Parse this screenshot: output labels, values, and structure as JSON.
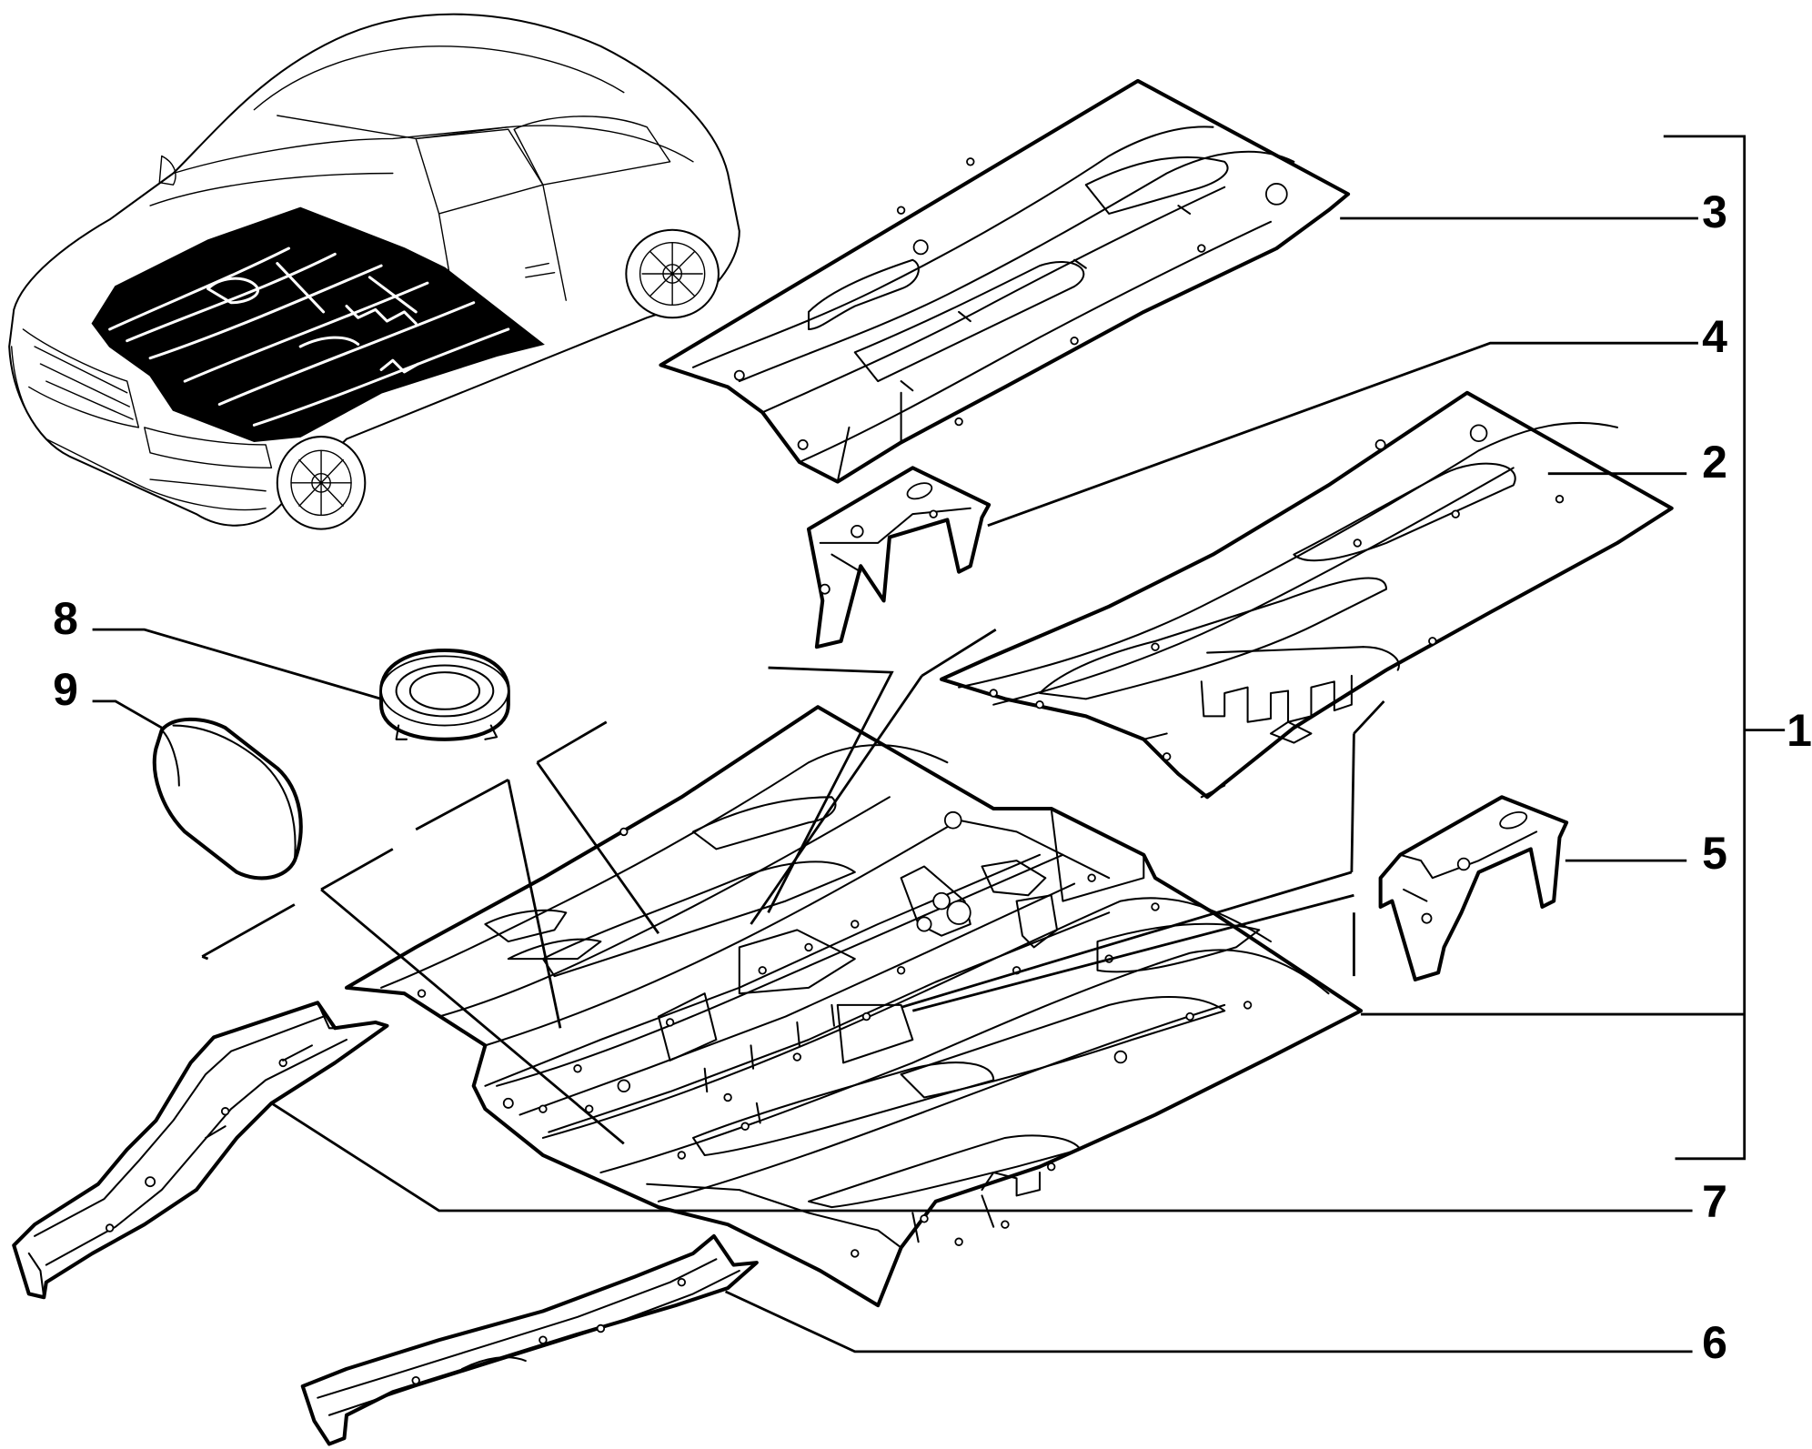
{
  "callouts": {
    "c1": "1",
    "c2": "2",
    "c3": "3",
    "c4": "4",
    "c5": "5",
    "c6": "6",
    "c7": "7",
    "c8": "8",
    "c9": "9"
  },
  "icons": {
    "vehicle": "vehicle-outline-icon",
    "floor_assembly": "floor-pan-icon"
  }
}
